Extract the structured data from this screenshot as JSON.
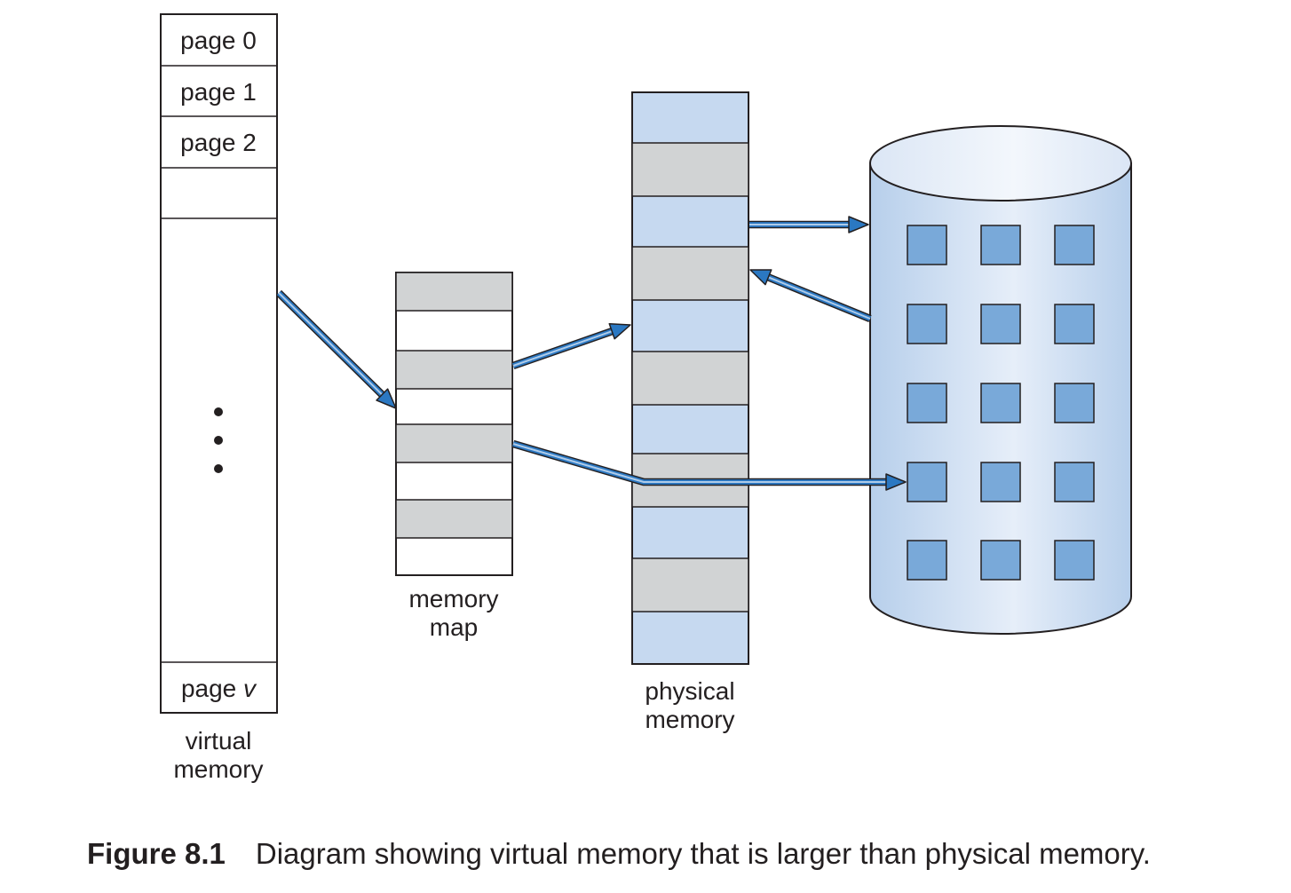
{
  "virtual_memory": {
    "pages": [
      "page 0",
      "page 1",
      "page 2"
    ],
    "last_page_prefix": "page",
    "last_page_var": "v",
    "label_line1": "virtual",
    "label_line2": "memory"
  },
  "memory_map": {
    "label_line1": "memory",
    "label_line2": "map"
  },
  "physical_memory": {
    "label_line1": "physical",
    "label_line2": "memory"
  },
  "caption": {
    "figure": "Figure 8.1",
    "text": "Diagram showing virtual memory that is larger than physical memory."
  },
  "colors": {
    "outline": "#231f20",
    "frame_fill": "#c6d9f0",
    "frame_gray": "#d1d3d4",
    "disk_block": "#79a9d9",
    "arrow": "#2b78c2"
  }
}
